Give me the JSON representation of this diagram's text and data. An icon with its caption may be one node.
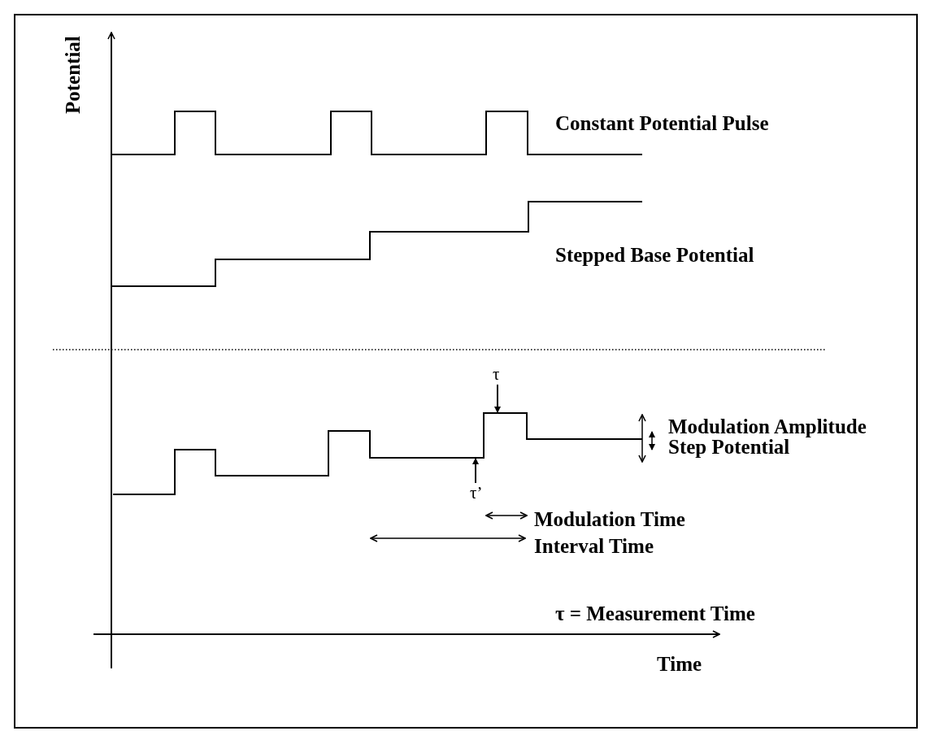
{
  "diagram": {
    "nodes": [
      {
        "text": [
          "τ"
        ]
      },
      {
        "text": [
          "τ’"
        ]
      },
      {
        "text": [],
        "shape": "waveform"
      }
    ],
    "edges": [
      {
        "from": 0,
        "to": 2,
        "arrow": "to"
      },
      {
        "from": 1,
        "to": 2,
        "arrow": "to"
      }
    ],
    "labels": [
      "Potential",
      "Constant Potential Pulse",
      "Stepped Base Potential",
      "Modulation Amplitude",
      "Step Potential",
      "Modulation Time",
      "Interval Time",
      "τ = Measurement Time",
      "Time"
    ]
  }
}
